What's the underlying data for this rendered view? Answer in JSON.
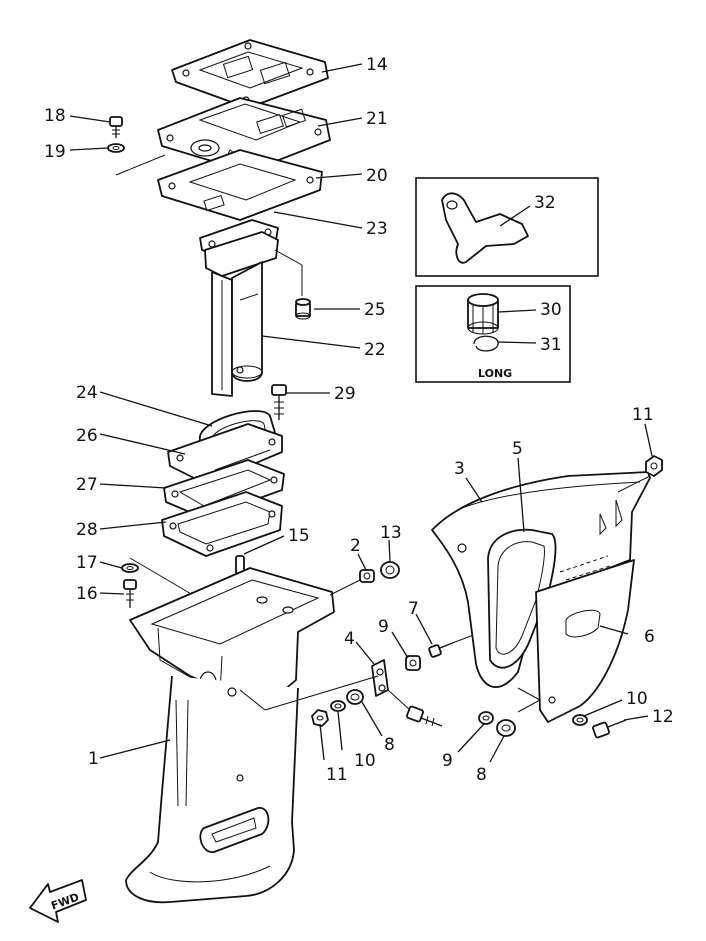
{
  "callouts": {
    "p14": "14",
    "p21": "21",
    "p20": "20",
    "p23": "23",
    "p18": "18",
    "p19": "19",
    "p25": "25",
    "p22": "22",
    "p32": "32",
    "p30": "30",
    "p31": "31",
    "p29": "29",
    "p24": "24",
    "p26": "26",
    "p27": "27",
    "p28": "28",
    "p15": "15",
    "p17": "17",
    "p16": "16",
    "p2": "2",
    "p13": "13",
    "p3": "3",
    "p5": "5",
    "p11a": "11",
    "p4": "4",
    "p9a": "9",
    "p7": "7",
    "p6": "6",
    "p10a": "10",
    "p12": "12",
    "p1": "1",
    "p8a": "8",
    "p11b": "11",
    "p10b": "10",
    "p9b": "9",
    "p8b": "8"
  },
  "inset": {
    "long_label": "LONG"
  },
  "fwd_label": "FWD"
}
